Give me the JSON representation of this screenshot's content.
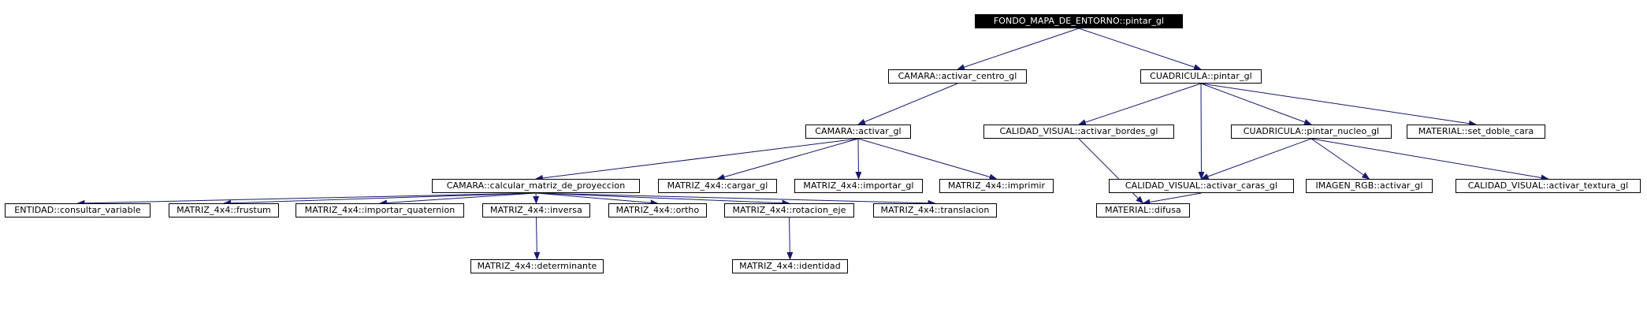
{
  "nodes": [
    {
      "id": "root",
      "label": "FONDO_MAPA_DE_ENTORNO::pintar_gl",
      "root": true
    },
    {
      "id": "cam_centro",
      "label": "CAMARA::activar_centro_gl"
    },
    {
      "id": "cuad_pintar",
      "label": "CUADRICULA::pintar_gl"
    },
    {
      "id": "cam_activar",
      "label": "CAMARA::activar_gl"
    },
    {
      "id": "cv_bordes",
      "label": "CALIDAD_VISUAL::activar_bordes_gl"
    },
    {
      "id": "cuad_nucleo",
      "label": "CUADRICULA::pintar_nucleo_gl"
    },
    {
      "id": "mat_doble",
      "label": "MATERIAL::set_doble_cara"
    },
    {
      "id": "cam_calc",
      "label": "CAMARA::calcular_matriz_de_proyeccion"
    },
    {
      "id": "m_cargar",
      "label": "MATRIZ_4x4::cargar_gl"
    },
    {
      "id": "m_importar",
      "label": "MATRIZ_4x4::importar_gl"
    },
    {
      "id": "m_imprimir",
      "label": "MATRIZ_4x4::imprimir"
    },
    {
      "id": "cv_caras",
      "label": "CALIDAD_VISUAL::activar_caras_gl"
    },
    {
      "id": "img_rgb",
      "label": "IMAGEN_RGB::activar_gl"
    },
    {
      "id": "cv_textura",
      "label": "CALIDAD_VISUAL::activar_textura_gl"
    },
    {
      "id": "ent_consultar",
      "label": "ENTIDAD::consultar_variable"
    },
    {
      "id": "m_frustum",
      "label": "MATRIZ_4x4::frustum"
    },
    {
      "id": "m_quat",
      "label": "MATRIZ_4x4::importar_quaternion"
    },
    {
      "id": "m_inversa",
      "label": "MATRIZ_4x4::inversa"
    },
    {
      "id": "m_ortho",
      "label": "MATRIZ_4x4::ortho"
    },
    {
      "id": "m_rotacion",
      "label": "MATRIZ_4x4::rotacion_eje"
    },
    {
      "id": "m_traslacion",
      "label": "MATRIZ_4x4::translacion"
    },
    {
      "id": "mat_difusa",
      "label": "MATERIAL::difusa"
    },
    {
      "id": "m_determinante",
      "label": "MATRIZ_4x4::determinante"
    },
    {
      "id": "m_identidad",
      "label": "MATRIZ_4x4::identidad"
    }
  ],
  "edges": [
    [
      "root",
      "cam_centro"
    ],
    [
      "root",
      "cuad_pintar"
    ],
    [
      "cam_centro",
      "cam_activar"
    ],
    [
      "cam_activar",
      "cam_calc"
    ],
    [
      "cam_activar",
      "m_cargar"
    ],
    [
      "cam_activar",
      "m_importar"
    ],
    [
      "cam_activar",
      "m_imprimir"
    ],
    [
      "cam_calc",
      "ent_consultar"
    ],
    [
      "cam_calc",
      "m_frustum"
    ],
    [
      "cam_calc",
      "m_quat"
    ],
    [
      "cam_calc",
      "m_inversa"
    ],
    [
      "cam_calc",
      "m_ortho"
    ],
    [
      "cam_calc",
      "m_rotacion"
    ],
    [
      "cam_calc",
      "m_traslacion"
    ],
    [
      "m_inversa",
      "m_determinante"
    ],
    [
      "m_rotacion",
      "m_identidad"
    ],
    [
      "cuad_pintar",
      "cv_bordes"
    ],
    [
      "cuad_pintar",
      "cv_caras"
    ],
    [
      "cuad_pintar",
      "cuad_nucleo"
    ],
    [
      "cuad_pintar",
      "mat_doble"
    ],
    [
      "cv_bordes",
      "mat_difusa"
    ],
    [
      "cuad_nucleo",
      "cv_caras"
    ],
    [
      "cuad_nucleo",
      "img_rgb"
    ],
    [
      "cuad_nucleo",
      "cv_textura"
    ],
    [
      "cv_caras",
      "mat_difusa"
    ]
  ],
  "colors": {
    "edge": "#191970",
    "node_border": "#000000",
    "root_fill": "#000000",
    "root_text": "#ffffff"
  }
}
